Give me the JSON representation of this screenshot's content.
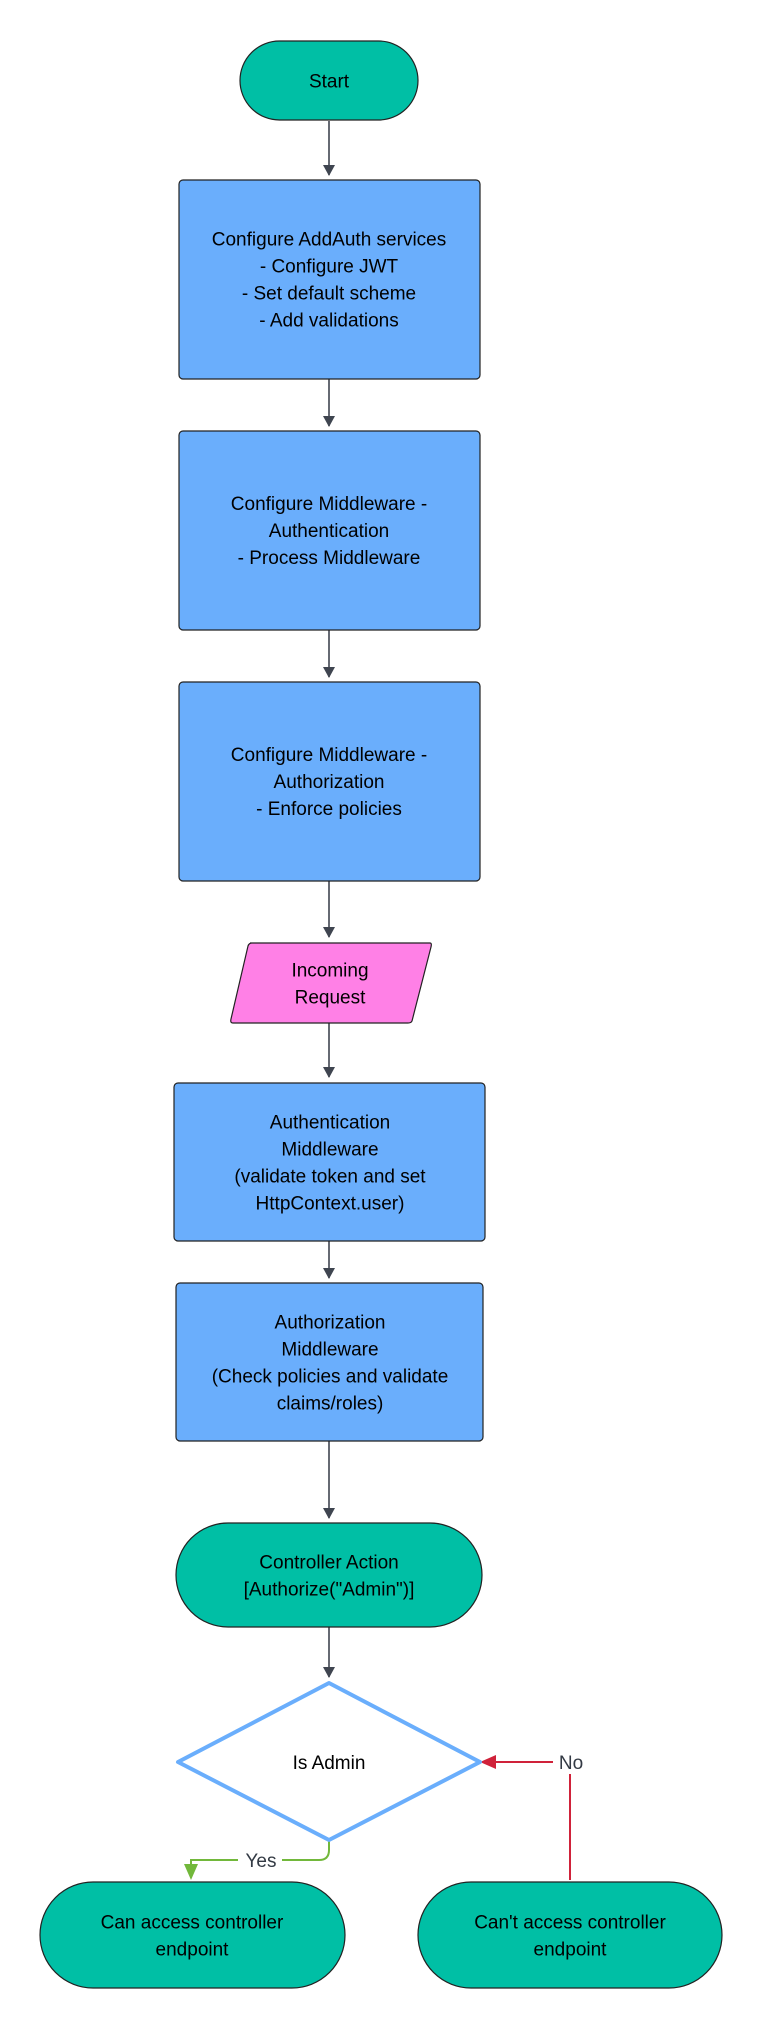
{
  "colors": {
    "terminator": "#00bfa5",
    "process": "#6aaefc",
    "io": "#ff80e6",
    "decision_stroke": "#6aaefc",
    "arrow": "#3f4550",
    "yes_arrow": "#72b83b",
    "no_arrow": "#d0223a",
    "outline": "#222222"
  },
  "nodes": {
    "start": {
      "lines": [
        "Start"
      ]
    },
    "configure_addauth": {
      "lines": [
        "Configure AddAuth services",
        "- Configure JWT",
        "-  Set default scheme",
        "- Add validations"
      ]
    },
    "configure_authentication": {
      "lines": [
        "Configure Middleware -",
        "Authentication",
        "- Process Middleware"
      ]
    },
    "configure_authorization": {
      "lines": [
        "Configure Middleware -",
        "Authorization",
        "- Enforce policies"
      ]
    },
    "incoming_request": {
      "lines": [
        "Incoming",
        "Request"
      ]
    },
    "authentication_middleware": {
      "lines": [
        "Authentication",
        "Middleware",
        "(validate token and set",
        "HttpContext.user)"
      ]
    },
    "authorization_middleware": {
      "lines": [
        "Authorization",
        "Middleware",
        "(Check policies and validate",
        "claims/roles)"
      ]
    },
    "controller_action": {
      "lines": [
        "Controller Action",
        "[Authorize(\"Admin\")]"
      ]
    },
    "is_admin": {
      "lines": [
        "Is Admin"
      ]
    },
    "can_access": {
      "lines": [
        "Can access controller",
        "endpoint"
      ]
    },
    "cant_access": {
      "lines": [
        "Can't access controller",
        "endpoint"
      ]
    }
  },
  "edges": {
    "yes_label": "Yes",
    "no_label": "No"
  }
}
